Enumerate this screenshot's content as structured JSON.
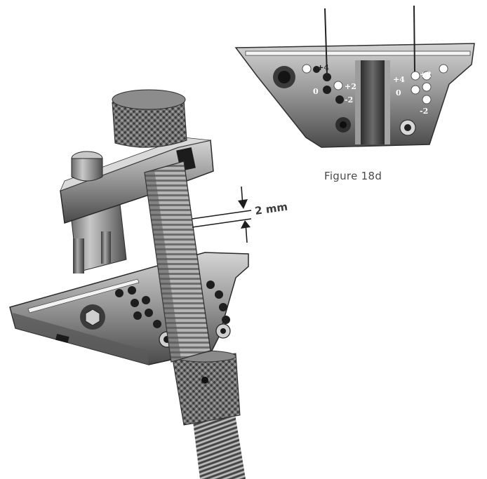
{
  "figure": {
    "caption": "Figure 18d",
    "dimension_label": "2 mm"
  },
  "detail_markings": {
    "left": [
      "+4",
      "0",
      "+2",
      "-2"
    ],
    "right": [
      "+4",
      "0",
      "+2",
      "-2"
    ]
  },
  "colors": {
    "steel_light": "#c9c9c9",
    "steel_mid": "#8e8e8e",
    "steel_dark": "#3d3d3d",
    "caption_text": "#4a4a4a"
  }
}
